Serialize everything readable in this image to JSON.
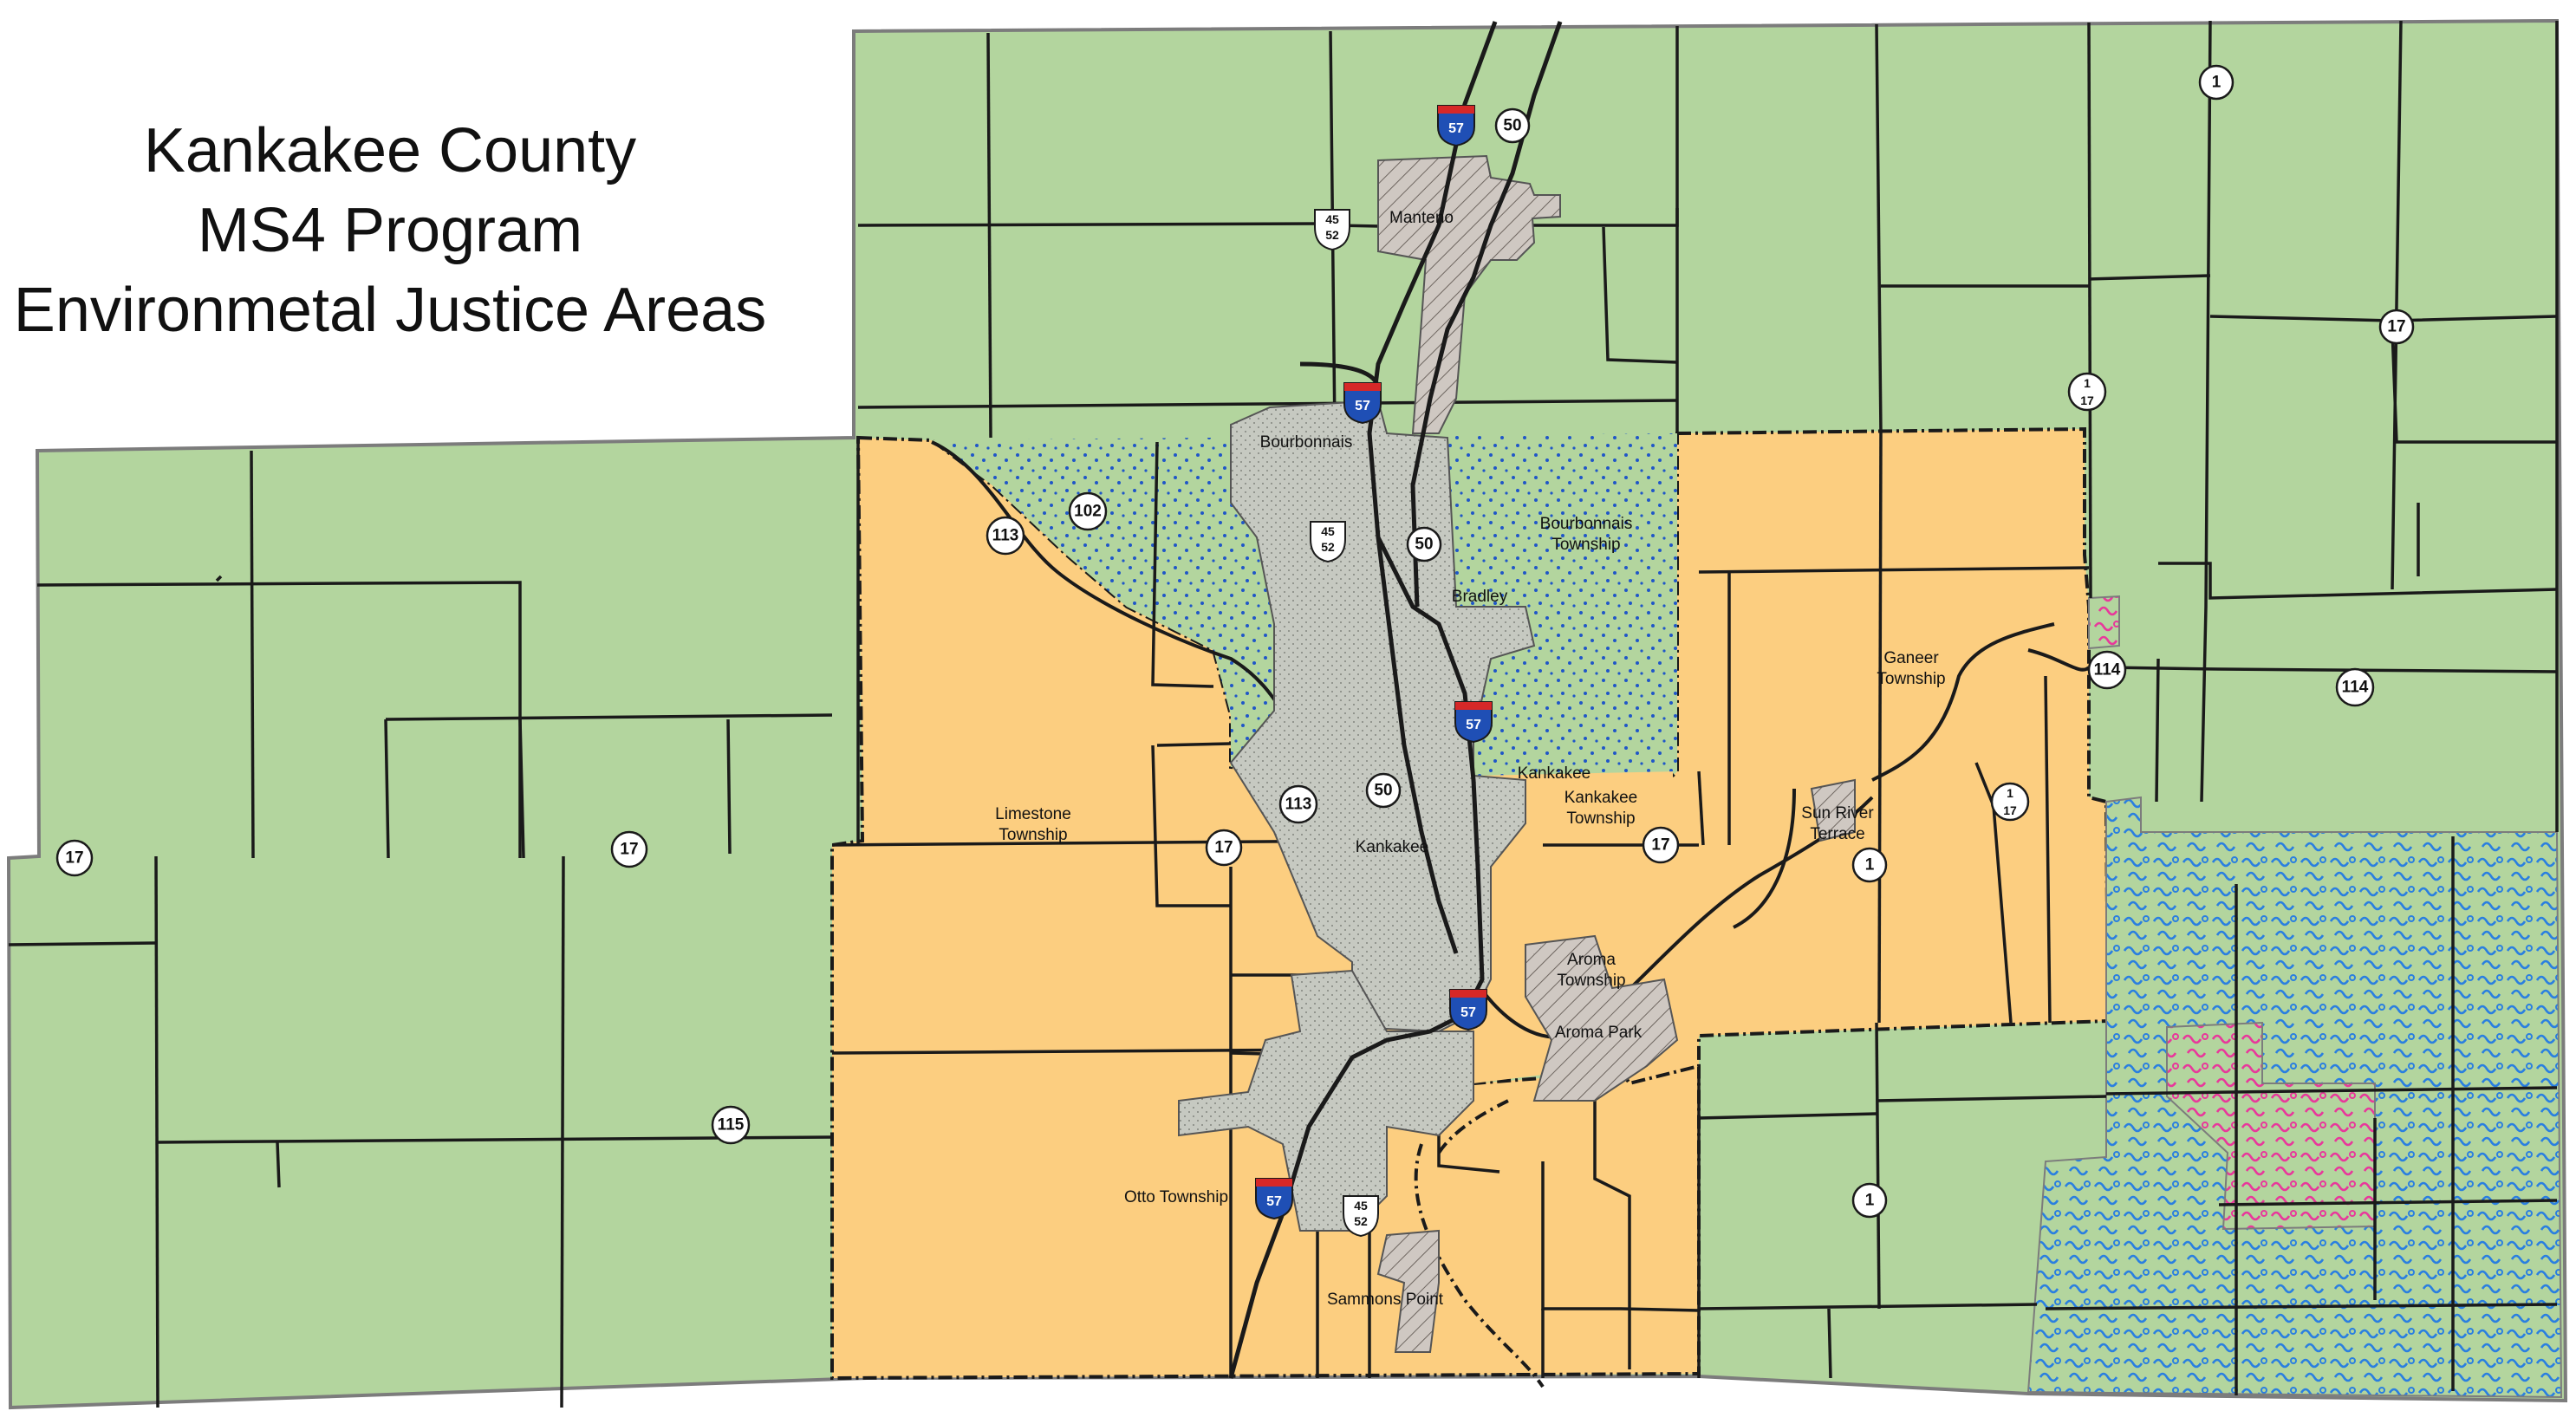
{
  "title": {
    "line1": "Kankakee County",
    "line2": "MS4 Program",
    "line3": "Environmetal Justice Areas"
  },
  "colors": {
    "rural": "#b3d59e",
    "township": "#fcce80",
    "municipal": "#c6c9c1",
    "stipple_blue": "#1f56c8",
    "ej_pink": "#e8389b",
    "ej_blue": "#2a7fe0",
    "road": "#1a1a1a"
  },
  "labels": {
    "manteno": "Manteno",
    "bourbonnais": "Bourbonnais",
    "bourbonnais_twp_1": "Bourbonnais",
    "bourbonnais_twp_2": "Township",
    "bradley": "Bradley",
    "ganeer_1": "Ganeer",
    "ganeer_2": "Township",
    "limestone_1": "Limestone",
    "limestone_2": "Township",
    "kankakee": "Kankakee",
    "kankakee_city": "Kankakee",
    "kankakee_twp_1": "Kankakee",
    "kankakee_twp_2": "Township",
    "sun_river_1": "Sun River",
    "sun_river_2": "Terrace",
    "aroma_twp_1": "Aroma",
    "aroma_twp_2": "Township",
    "aroma_park": "Aroma Park",
    "otto": "Otto Township",
    "sammons": "Sammons Point"
  },
  "shields": {
    "r1": "1",
    "r17": "17",
    "r50": "50",
    "r102": "102",
    "r113": "113",
    "r114": "114",
    "r115": "115",
    "us45": "45",
    "us52": "52",
    "i57": "57"
  },
  "icons": [
    "interstate-shield-icon",
    "us-route-shield-icon",
    "state-route-shield-icon"
  ]
}
